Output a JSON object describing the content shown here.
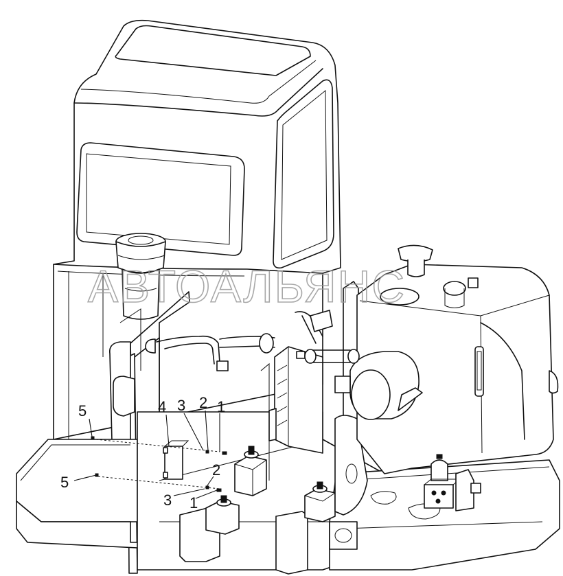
{
  "watermark": {
    "text": "АВТОАЛЬЯНС"
  },
  "callouts": [
    {
      "id": "c1a",
      "label": "1"
    },
    {
      "id": "c2a",
      "label": "2"
    },
    {
      "id": "c3a",
      "label": "3"
    },
    {
      "id": "c4",
      "label": "4"
    },
    {
      "id": "c5a",
      "label": "5"
    },
    {
      "id": "c5b",
      "label": "5"
    },
    {
      "id": "c2b",
      "label": "2"
    },
    {
      "id": "c3b",
      "label": "3"
    },
    {
      "id": "c1b",
      "label": "1"
    }
  ]
}
